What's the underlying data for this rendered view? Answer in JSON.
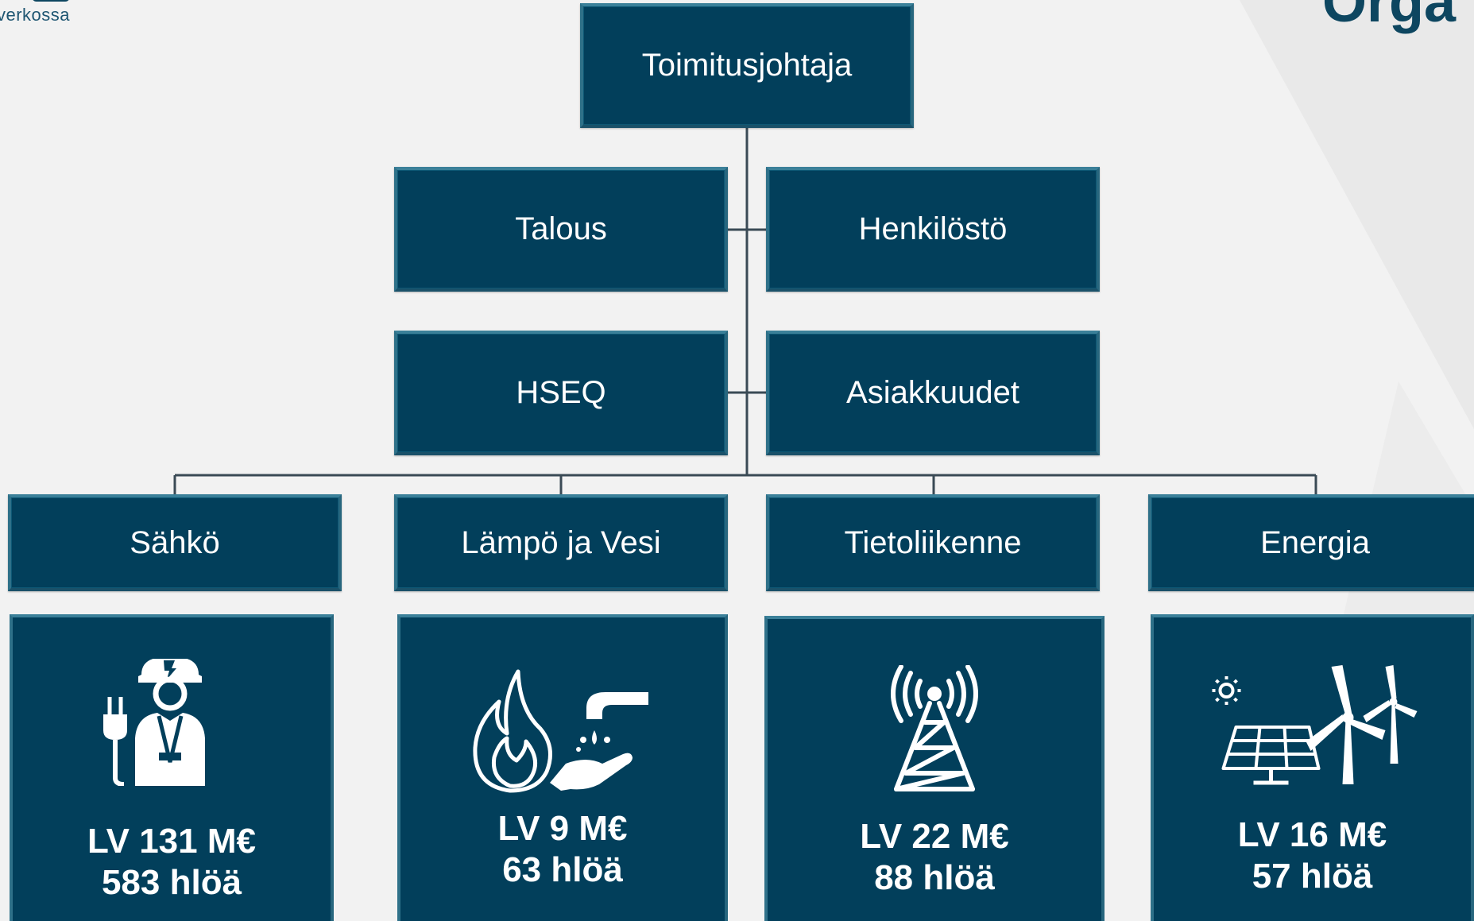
{
  "logo": {
    "tagline": "verkossa"
  },
  "corner_title": "Orga",
  "colors": {
    "node_fill": "#023f5b",
    "node_bevel": "#3b8099",
    "connector": "#3a4a55",
    "background": "#f2f2f2",
    "text": "#ffffff"
  },
  "org": {
    "ceo": "Toimitusjohtaja",
    "staff_left": [
      "Talous",
      "HSEQ"
    ],
    "staff_right": [
      "Henkilöstö",
      "Asiakkuudet"
    ],
    "units": [
      {
        "name": "Sähkö",
        "icon": "electrician-plug-icon",
        "revenue": "LV 131 M€",
        "staff": "583 hlöä"
      },
      {
        "name": "Lämpö ja Vesi",
        "icon": "flame-water-tap-icon",
        "revenue": "LV 9 M€",
        "staff": "63 hlöä"
      },
      {
        "name": "Tietoliikenne",
        "icon": "radio-tower-icon",
        "revenue": "LV 22 M€",
        "staff": "88 hlöä"
      },
      {
        "name": "Energia",
        "icon": "solar-wind-icon",
        "revenue": "LV 16 M€",
        "staff": "57 hlöä"
      }
    ]
  }
}
